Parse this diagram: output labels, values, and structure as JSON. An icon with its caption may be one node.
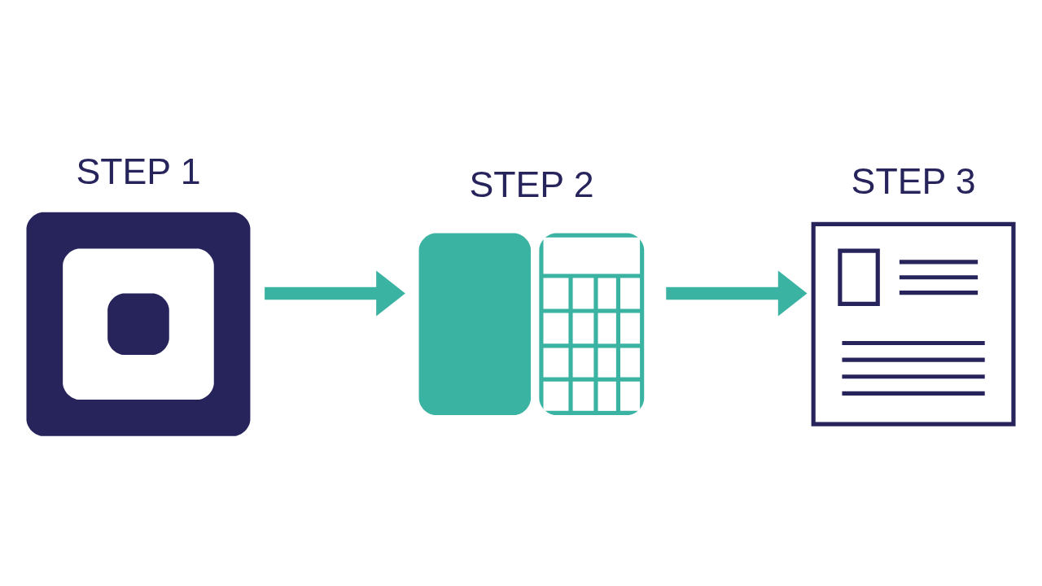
{
  "diagram": {
    "nodes": [
      {
        "text": [
          "STEP 1"
        ]
      },
      {
        "text": [
          "STEP 2"
        ]
      },
      {
        "text": [
          "STEP 3"
        ]
      }
    ],
    "edges": [
      {
        "from": 0,
        "to": 1,
        "arrow": "to"
      },
      {
        "from": 1,
        "to": 2,
        "arrow": "to"
      }
    ]
  }
}
